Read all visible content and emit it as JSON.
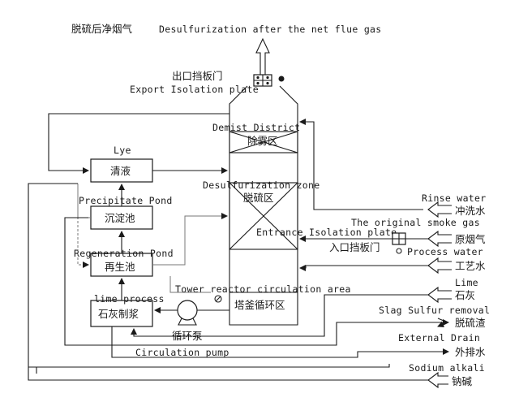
{
  "top": {
    "zh": "脱硫后净烟气",
    "en": "Desulfurization after the net flue gas"
  },
  "export_plate": {
    "zh": "出口挡板门",
    "en": "Export Isolation plate"
  },
  "tower": {
    "demist_en": "Demist District",
    "demist_zh": "除雾区",
    "desulf_en": "Desulfurization zone",
    "desulf_zh": "脱硫区",
    "entrance_en": "Entrance Isolation plate",
    "entrance_zh": "入口挡板门",
    "circ_en": "Tower reactor circulation area",
    "circ_zh": "塔釜循环区"
  },
  "left_chain": {
    "lye_en": "Lye",
    "lye_zh": "清液",
    "precip_en": "Precipitate Pond",
    "precip_zh": "沉淀池",
    "regen_en": "Regeneration Pond",
    "regen_zh": "再生池",
    "lime_en": "lime process",
    "lime_zh": "石灰制浆"
  },
  "pump": {
    "zh": "循环泵",
    "en": "Circulation pump"
  },
  "right": {
    "rinse_en": "Rinse water",
    "rinse_zh": "冲洗水",
    "smoke_en": "The original smoke gas",
    "smoke_zh": "原烟气",
    "process_en": "Process water",
    "process_zh": "工艺水",
    "lime_en": "Lime",
    "lime_zh": "石灰",
    "slag_en": "Slag Sulfur removal",
    "slag_zh": "脱硫渣",
    "drain_en": "External Drain",
    "drain_zh": "外排水",
    "sodium_en": "Sodium alkali",
    "sodium_zh": "钠碱"
  }
}
